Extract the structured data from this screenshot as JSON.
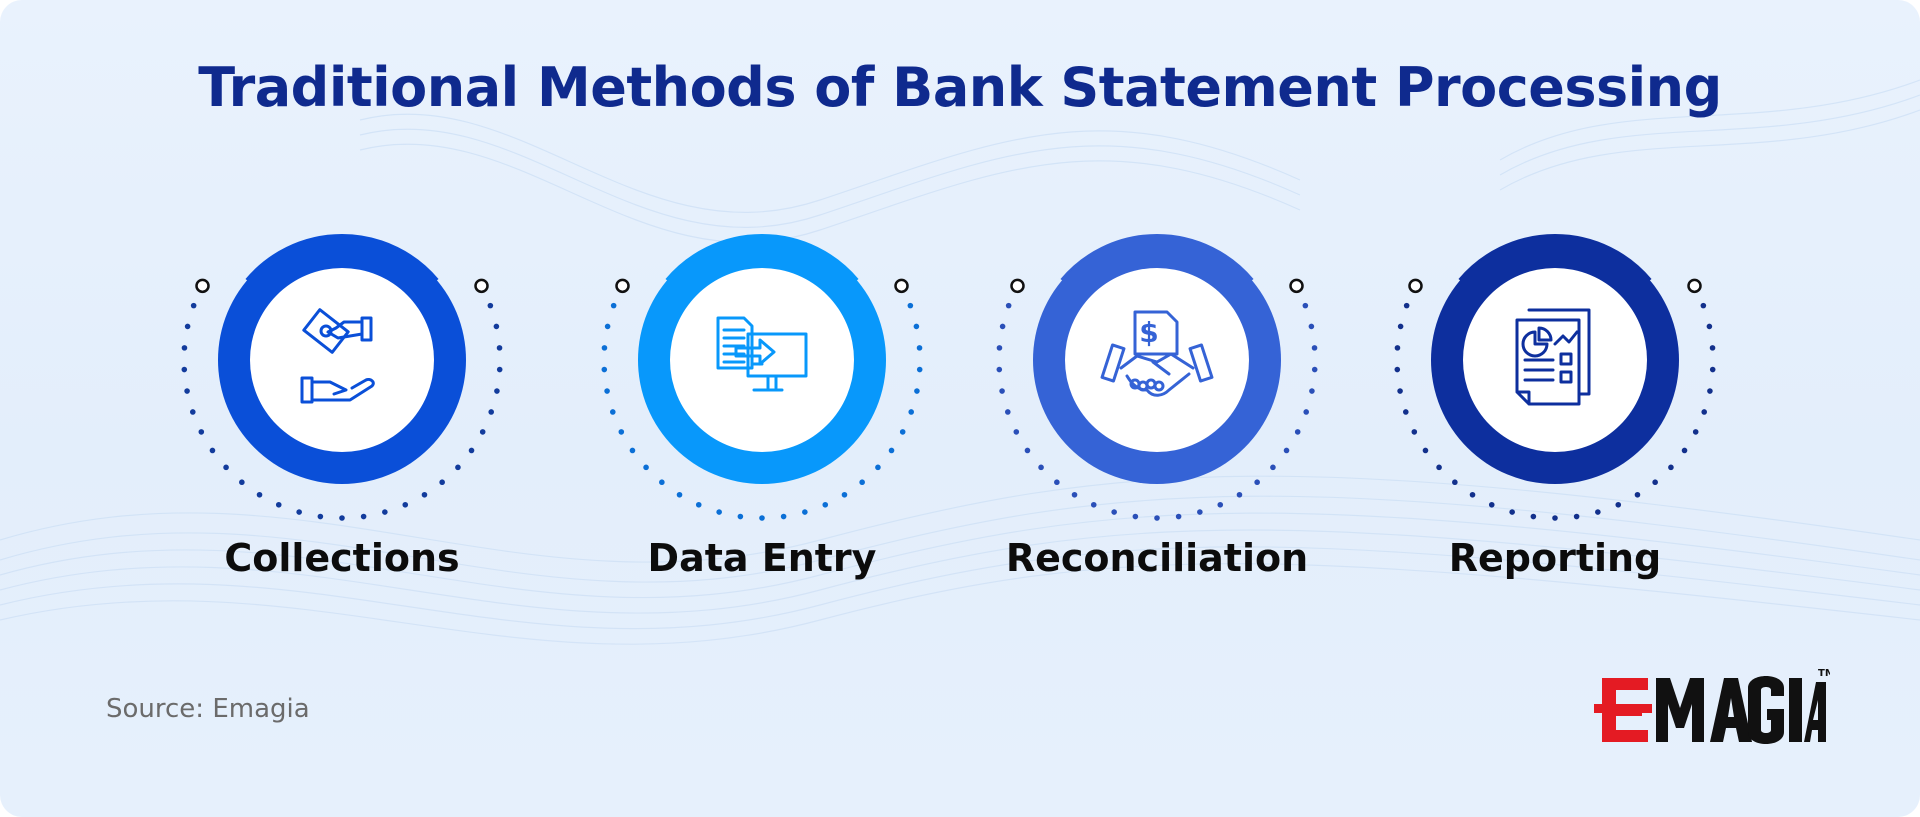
{
  "title": "Traditional Methods of Bank Statement Processing",
  "steps": [
    {
      "label": "Collections",
      "icon": "money-exchange-icon",
      "color": "#0a4fd8",
      "dot_color": "#123b9c"
    },
    {
      "label": "Data Entry",
      "icon": "document-to-computer-icon",
      "color": "#0898fb",
      "dot_color": "#0b6fd6"
    },
    {
      "label": "Reconciliation",
      "icon": "handshake-dollar-icon",
      "color": "#3563d6",
      "dot_color": "#2a4fb8"
    },
    {
      "label": "Reporting",
      "icon": "report-chart-icon",
      "color": "#0d2f9e",
      "dot_color": "#12308c"
    }
  ],
  "source": "Source: Emagia",
  "logo": {
    "text": "EMAGIA",
    "trademark": "TM",
    "accent": "#e41b23"
  },
  "colors": {
    "title": "#0f2a8e",
    "background": "#e6f0fc"
  }
}
